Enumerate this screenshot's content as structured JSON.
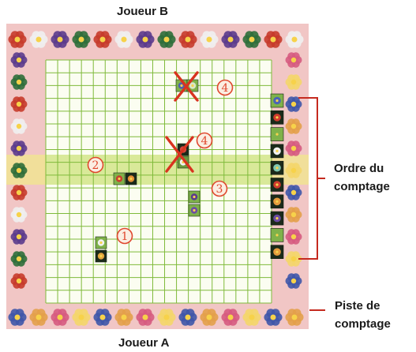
{
  "labels": {
    "player_b": "Joueur B",
    "player_a": "Joueur A",
    "order_line1": "Ordre du",
    "order_line2": "comptage",
    "track_line1": "Piste de",
    "track_line2": "comptage"
  },
  "grid": {
    "cols": 19,
    "rows": 19
  },
  "markers": [
    "1",
    "2",
    "3",
    "4",
    "4"
  ],
  "colors": {
    "grid_bg": "#fbfdf1",
    "grid_line": "#7fba3a",
    "highlight_row": "#c8e07a",
    "frame_bg": "#f2c4c2",
    "marker_circle": "#e0472e",
    "cross": "#d8331f",
    "bracket": "#c52a1f",
    "tile_dark": "#1b2a1a"
  },
  "scoring_order": [
    "blue",
    "red",
    "green",
    "black",
    "teal",
    "red",
    "orange",
    "purple",
    "green",
    "orange"
  ]
}
